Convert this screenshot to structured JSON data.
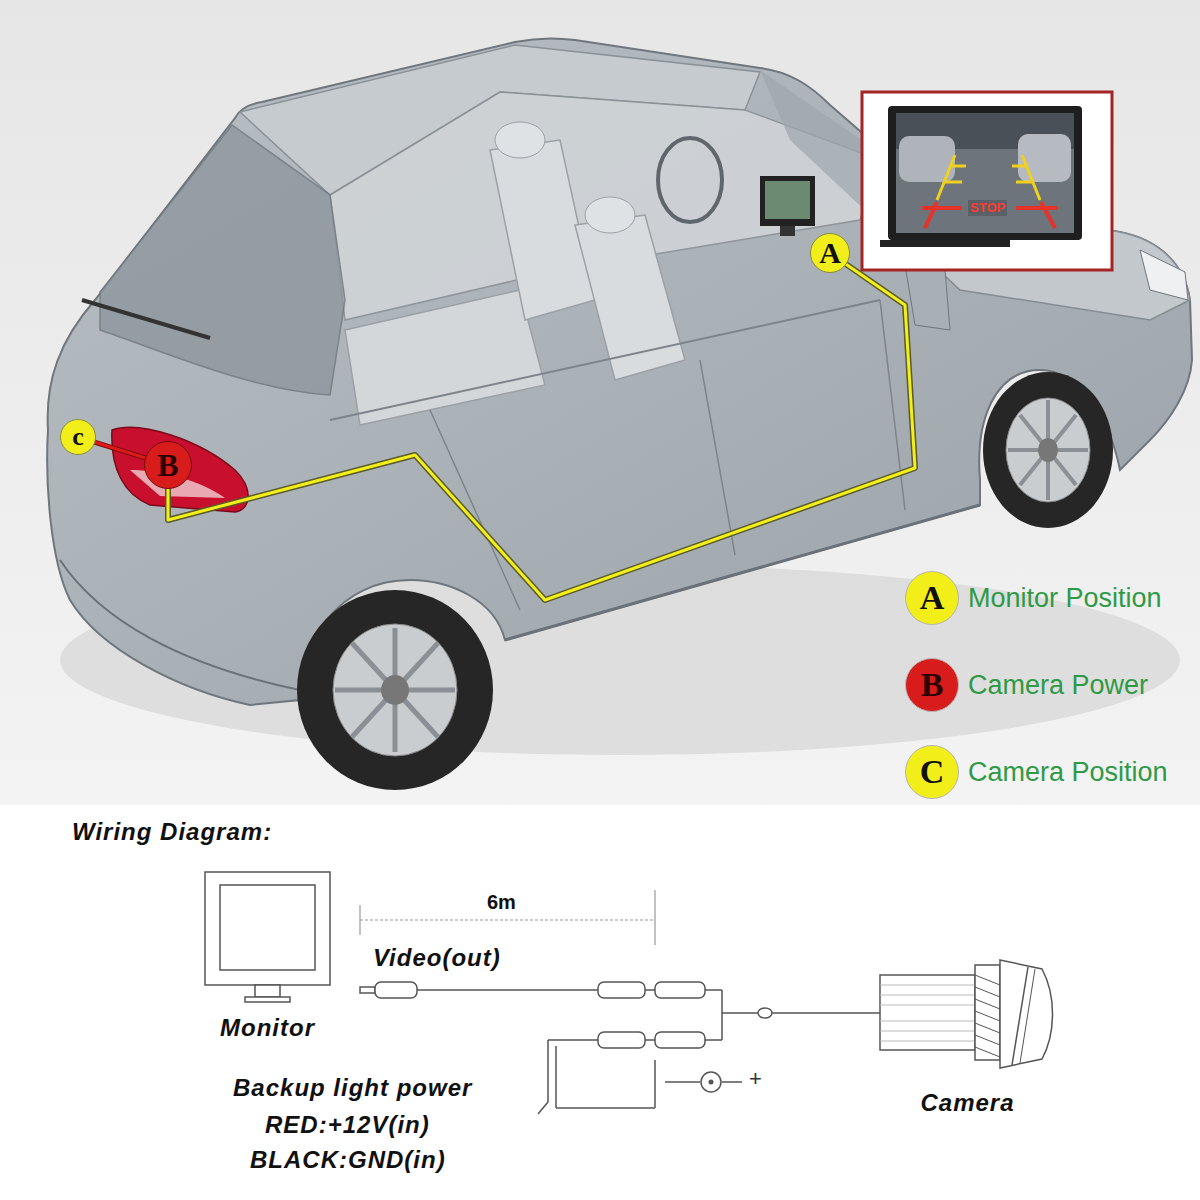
{
  "diagram": {
    "nodes": [
      {
        "text": [
          "A"
        ]
      },
      {
        "text": [
          "c"
        ]
      },
      {
        "text": [
          "B"
        ]
      },
      {
        "text": [
          "Monitor"
        ]
      },
      {
        "text": [
          "Camera"
        ]
      }
    ],
    "edges": [
      {
        "from": 0,
        "to": 2,
        "arrow": "none"
      },
      {
        "from": 1,
        "to": 2,
        "arrow": "none"
      }
    ],
    "labels": [
      "STOP",
      "A",
      "B",
      "C",
      "Wiring Diagram:",
      "6m",
      "Video(out)",
      "Backup light power",
      "RED:+12V(in)",
      "BLACK:GND(in)",
      "+"
    ],
    "legend": [
      {
        "text": "Monitor Position",
        "color": "#f2ee1a"
      },
      {
        "text": "Camera Power",
        "color": "#d81c1c"
      },
      {
        "text": "Camera Position",
        "color": "#f2ee1a"
      }
    ]
  }
}
